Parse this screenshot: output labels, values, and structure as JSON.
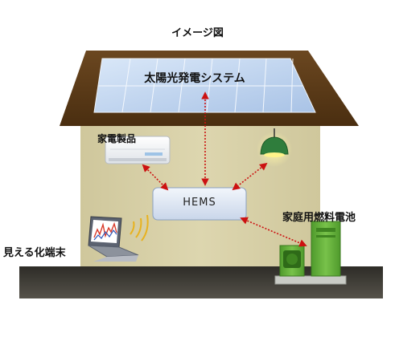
{
  "title": "イメージ図",
  "labels": {
    "solar": "太陽光発電システム",
    "appliance": "家電製品",
    "hems": "HEMS",
    "fuel_cell": "家庭用燃料電池",
    "display_device": "見える化端末"
  },
  "icons": [
    "solar-panel-icon",
    "air-conditioner-icon",
    "lamp-icon",
    "laptop-icon",
    "wireless-signal-icon",
    "fuel-cell-icon"
  ],
  "colors": {
    "roof": "#5a3a16",
    "wall": "#d9d2a9",
    "ground": "#3e3c35",
    "solar_panel": "#bcd4f0",
    "link_arrow": "#cc1111",
    "fuel_cell": "#62b03a",
    "lamp": "#2f7d3c",
    "hems_box": "#dfe8f4"
  }
}
